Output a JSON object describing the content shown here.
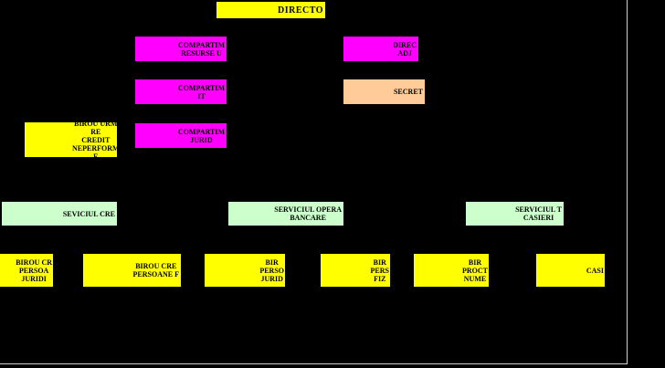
{
  "colors": {
    "background": "#000000",
    "director": "#ffff00",
    "compartment": "#ff00ff",
    "secretariat": "#ffcc99",
    "service": "#ccffcc",
    "office": "#ffff00"
  },
  "director": {
    "label": "DIRECTO"
  },
  "compartments": [
    {
      "label": "COMPARTIM\nRESURSE U"
    },
    {
      "label": "COMPARTIM\nIT"
    },
    {
      "label": "COMPARTIM\nJURID"
    }
  ],
  "deputy": {
    "label": "DIREC\nADJ"
  },
  "secretariat": {
    "label": "SECRET"
  },
  "recovery_office": {
    "label": "BIROU URM     RE\nCREDIT\nNEPERFORM      E"
  },
  "services": [
    {
      "label": "SEVICIUL CRE"
    },
    {
      "label": "SERVICIUL OPERA\nBANCARE"
    },
    {
      "label": "SERVICIUL T\nCASIERI"
    }
  ],
  "offices": [
    {
      "label": "BIROU CR\nPERSOA\nJURIDI"
    },
    {
      "label": "BIROU CRE\nPERSOANE F"
    },
    {
      "label": "BIR\nPERSO\nJURID"
    },
    {
      "label": "BIR\nPERS\nFIZ"
    },
    {
      "label": "BIR\nPROCT\nNUME"
    },
    {
      "label": "CASI"
    }
  ]
}
